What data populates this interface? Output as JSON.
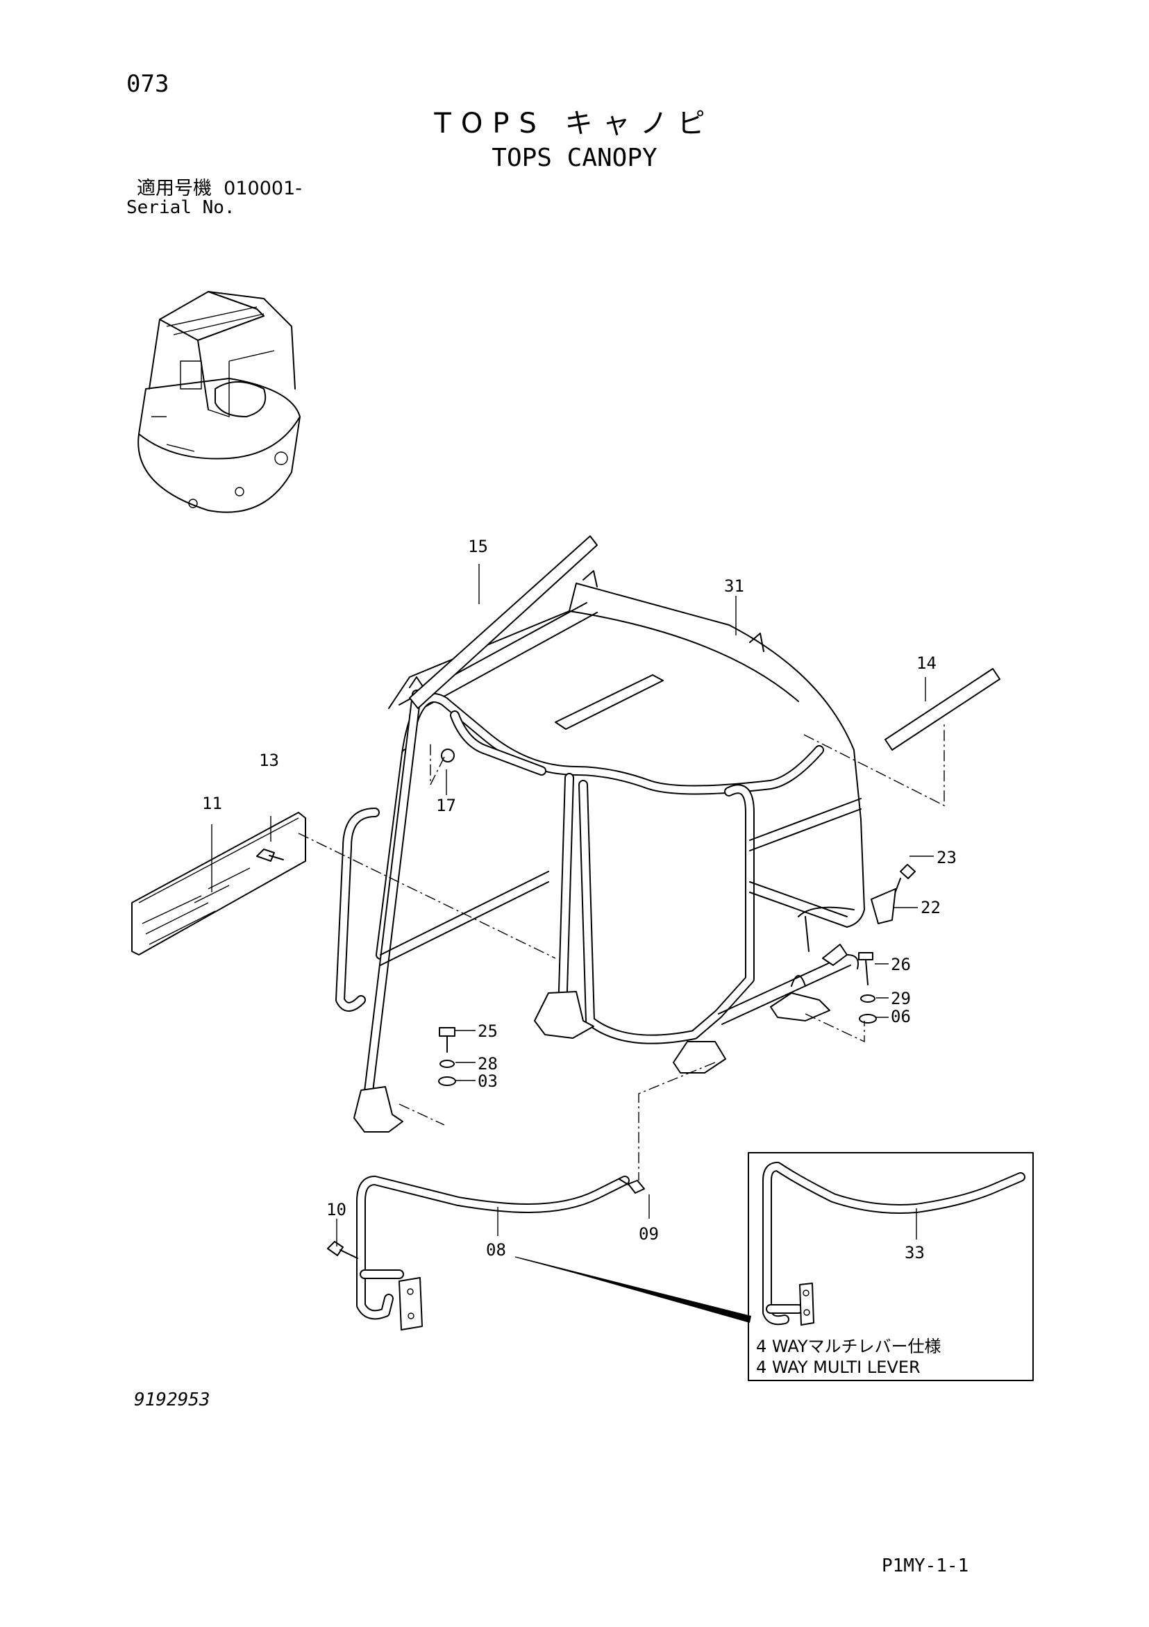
{
  "page": {
    "page_number": "073",
    "title_jp": "TOPS キャノピ",
    "title_en": "TOPS CANOPY",
    "serial_label_jp": "適用号機",
    "serial_value": "010001-",
    "serial_label_en": "Serial No.",
    "drawing_code": "9192953",
    "sheet_code": "P1MY-1-1"
  },
  "callouts": [
    "15",
    "31",
    "14",
    "13",
    "11",
    "17",
    "23",
    "22",
    "26",
    "29",
    "06",
    "25",
    "28",
    "03",
    "10",
    "08",
    "09",
    "33"
  ],
  "inset": {
    "label_jp": "4 WAYマルチレバー仕様",
    "label_en": "4 WAY MULTI LEVER"
  }
}
